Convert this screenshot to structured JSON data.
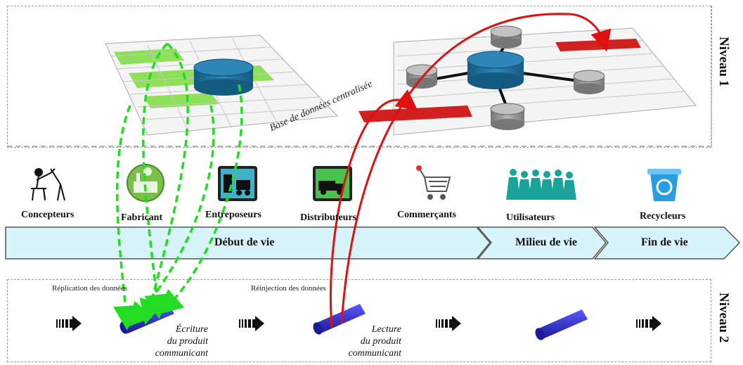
{
  "levels": {
    "top": "Niveau 1",
    "bottom": "Niveau 2"
  },
  "database_label": "Base de données centralisée",
  "actors": [
    {
      "name": "Concepteurs",
      "icon": "designer-icon"
    },
    {
      "name": "Fabricant",
      "icon": "factory-icon"
    },
    {
      "name": "Entreposeurs",
      "icon": "warehouse-icon"
    },
    {
      "name": "Distributeurs",
      "icon": "truck-icon"
    },
    {
      "name": "Commerçants",
      "icon": "shopping-cart-icon"
    },
    {
      "name": "Utilisateurs",
      "icon": "people-icon"
    },
    {
      "name": "Recycleurs",
      "icon": "recycle-bin-icon"
    }
  ],
  "phases": [
    "Début de vie",
    "Milieu de vie",
    "Fin de vie"
  ],
  "flows": {
    "replication": "Réplication des données",
    "reinjection": "Réinjection des données"
  },
  "products": {
    "write": [
      "Écriture",
      "du produit",
      "communicant"
    ],
    "read": [
      "Lecture",
      "du produit",
      "communicant"
    ]
  },
  "colors": {
    "replication": "#22dd22",
    "reinjection": "#e01010",
    "phase_fill": "#d7f4fb",
    "database": "#1f6f9a",
    "product": "#2b2bd0"
  }
}
